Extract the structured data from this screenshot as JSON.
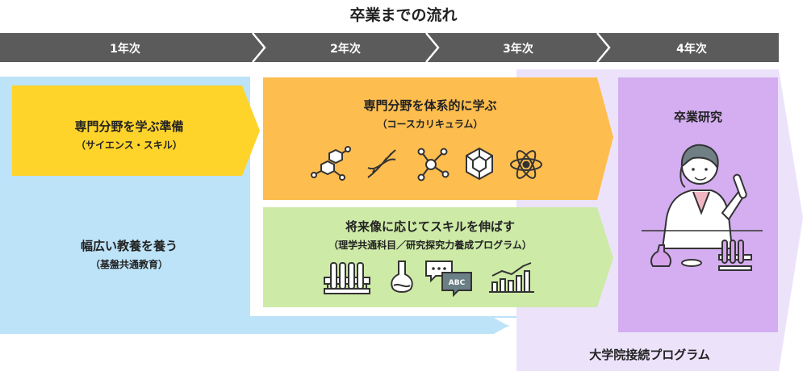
{
  "title": "卒業までの流れ",
  "years": [
    "1年次",
    "2年次",
    "3年次",
    "4年次"
  ],
  "prep": {
    "title": "専門分野を学ぶ準備",
    "sub": "（サイエンス・スキル）"
  },
  "liberal": {
    "title": "幅広い教養を養う",
    "sub": "（基盤共通教育）"
  },
  "specialty": {
    "title": "専門分野を体系的に学ぶ",
    "sub": "（コースカリキュラム）"
  },
  "skills": {
    "title": "将来像に応じてスキルを伸ばす",
    "sub": "（理学共通科目／研究探究力養成プログラム）"
  },
  "research": {
    "title": "卒業研究"
  },
  "graduate": {
    "title": "大学院接続プログラム"
  },
  "chat_icon_text": "ABC",
  "colors": {
    "timeline": "#5b5b5b",
    "liberal_bg": "#bde3f8",
    "prep_bg": "#ffd42a",
    "specialty_bg": "#fdbd4f",
    "skills_bg": "#cdeaa7",
    "graduate_bg": "#ece3fb",
    "research_bg": "#d4aef0"
  }
}
